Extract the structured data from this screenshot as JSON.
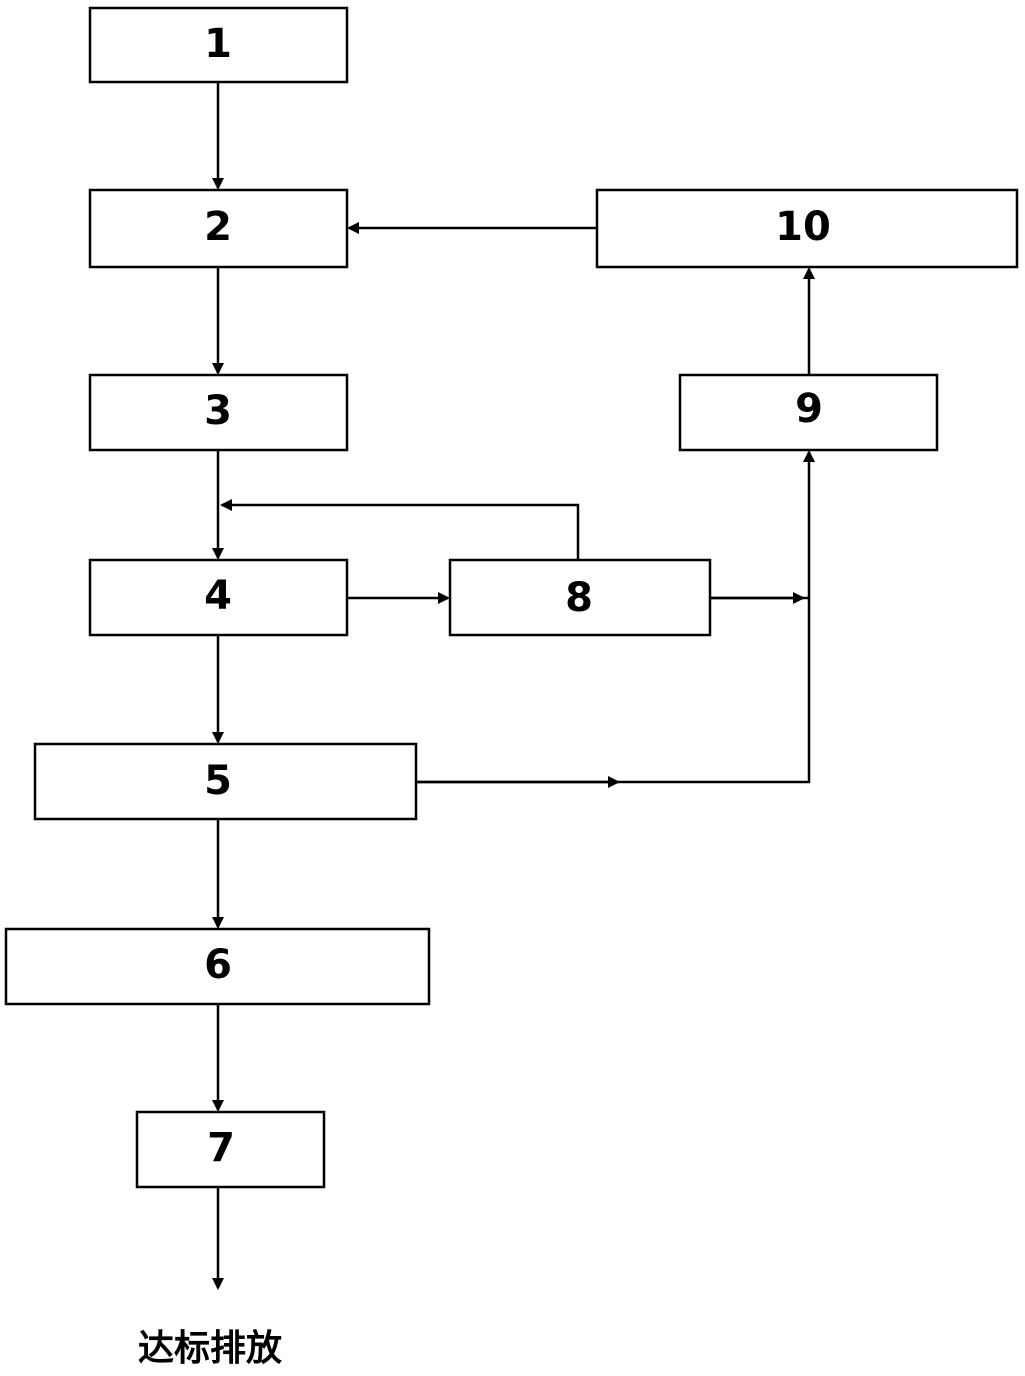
{
  "nodes": [
    {
      "id": "1",
      "label": "1"
    },
    {
      "id": "2",
      "label": "2"
    },
    {
      "id": "3",
      "label": "3"
    },
    {
      "id": "4",
      "label": "4"
    },
    {
      "id": "5",
      "label": "5"
    },
    {
      "id": "6",
      "label": "6"
    },
    {
      "id": "7",
      "label": "7"
    },
    {
      "id": "8",
      "label": "8"
    },
    {
      "id": "9",
      "label": "9"
    },
    {
      "id": "10",
      "label": "10"
    }
  ],
  "edges": [
    {
      "from": "1",
      "to": "2"
    },
    {
      "from": "2",
      "to": "3"
    },
    {
      "from": "3",
      "to": "4"
    },
    {
      "from": "4",
      "to": "5"
    },
    {
      "from": "5",
      "to": "6"
    },
    {
      "from": "6",
      "to": "7"
    },
    {
      "from": "7",
      "to": "output"
    },
    {
      "from": "4",
      "to": "8"
    },
    {
      "from": "8",
      "to": "4"
    },
    {
      "from": "8",
      "to": "9"
    },
    {
      "from": "5",
      "to": "9"
    },
    {
      "from": "9",
      "to": "10"
    },
    {
      "from": "10",
      "to": "2"
    }
  ],
  "output_label": "达标排放",
  "colors": {
    "line": "#000000",
    "box_fill": "#ffffff"
  }
}
